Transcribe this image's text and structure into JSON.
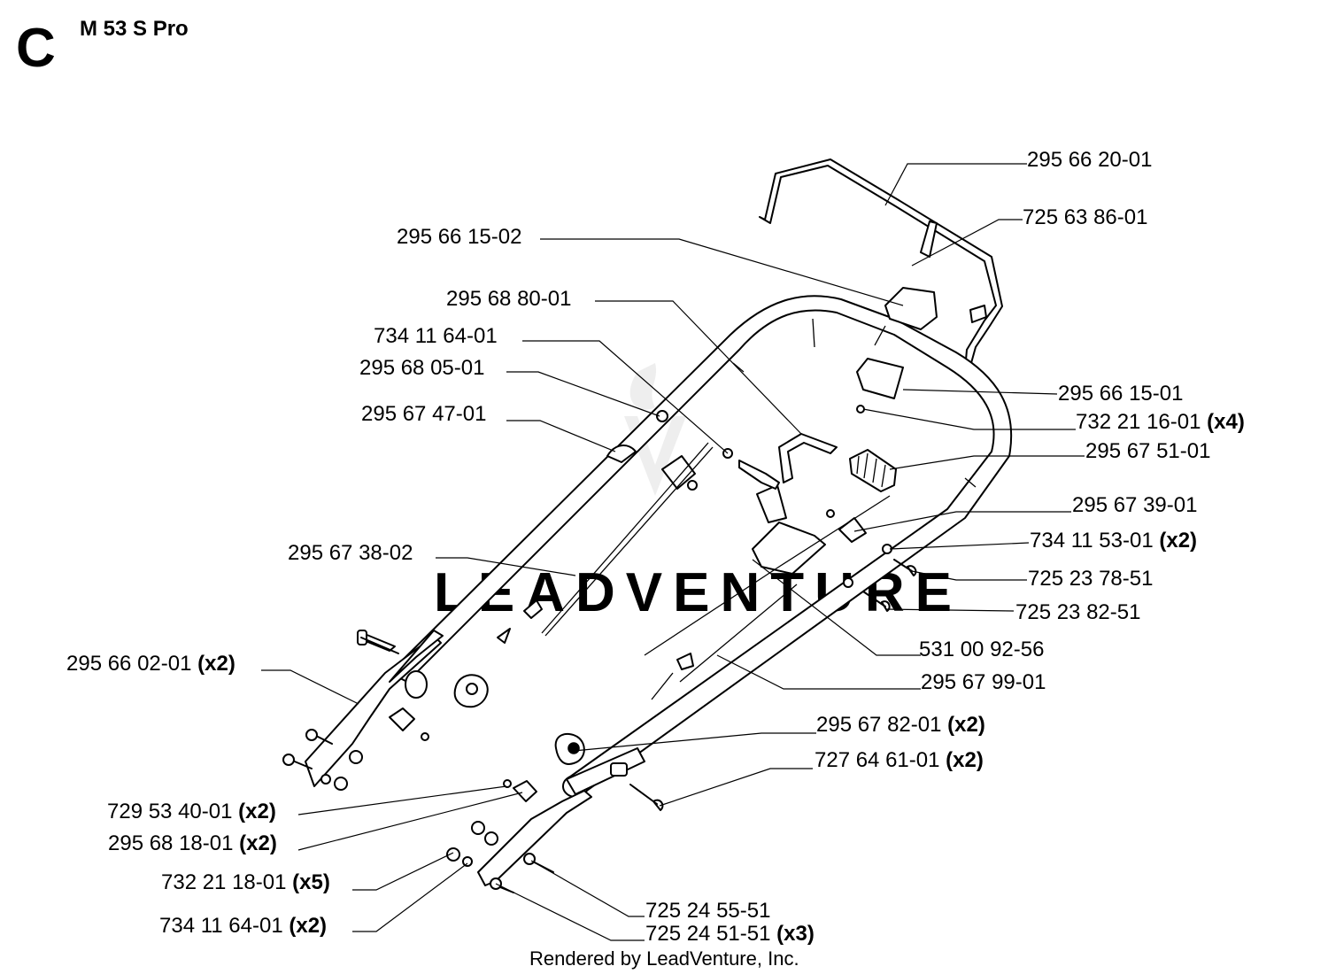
{
  "header": {
    "section_letter": "C",
    "model": "M 53 S Pro"
  },
  "watermark": "LEADVENTURE",
  "footer": "Rendered by LeadVenture, Inc.",
  "callouts": [
    {
      "part": "295 66 20-01",
      "qty": ""
    },
    {
      "part": "725 63 86-01",
      "qty": ""
    },
    {
      "part": "295 66 15-02",
      "qty": ""
    },
    {
      "part": "295 68 80-01",
      "qty": ""
    },
    {
      "part": "734 11 64-01",
      "qty": ""
    },
    {
      "part": "295 68 05-01",
      "qty": ""
    },
    {
      "part": "295 67 47-01",
      "qty": ""
    },
    {
      "part": "295 66 15-01",
      "qty": ""
    },
    {
      "part": "732 21 16-01",
      "qty": "(x4)"
    },
    {
      "part": "295 67 51-01",
      "qty": ""
    },
    {
      "part": "295 67 39-01",
      "qty": ""
    },
    {
      "part": "734 11 53-01",
      "qty": "(x2)"
    },
    {
      "part": "725 23 78-51",
      "qty": ""
    },
    {
      "part": "725 23 82-51",
      "qty": ""
    },
    {
      "part": "295 67 38-02",
      "qty": ""
    },
    {
      "part": "531 00 92-56",
      "qty": ""
    },
    {
      "part": "295 67 99-01",
      "qty": ""
    },
    {
      "part": "295 66 02-01",
      "qty": "(x2)"
    },
    {
      "part": "295 67 82-01",
      "qty": "(x2)"
    },
    {
      "part": "727 64 61-01",
      "qty": "(x2)"
    },
    {
      "part": "729 53 40-01",
      "qty": "(x2)"
    },
    {
      "part": "295 68 18-01",
      "qty": "(x2)"
    },
    {
      "part": "732 21 18-01",
      "qty": "(x5)"
    },
    {
      "part": "734 11 64-01",
      "qty": "(x2)"
    },
    {
      "part": "725 24 55-51",
      "qty": ""
    },
    {
      "part": "725 24 51-51",
      "qty": "(x3)"
    }
  ]
}
